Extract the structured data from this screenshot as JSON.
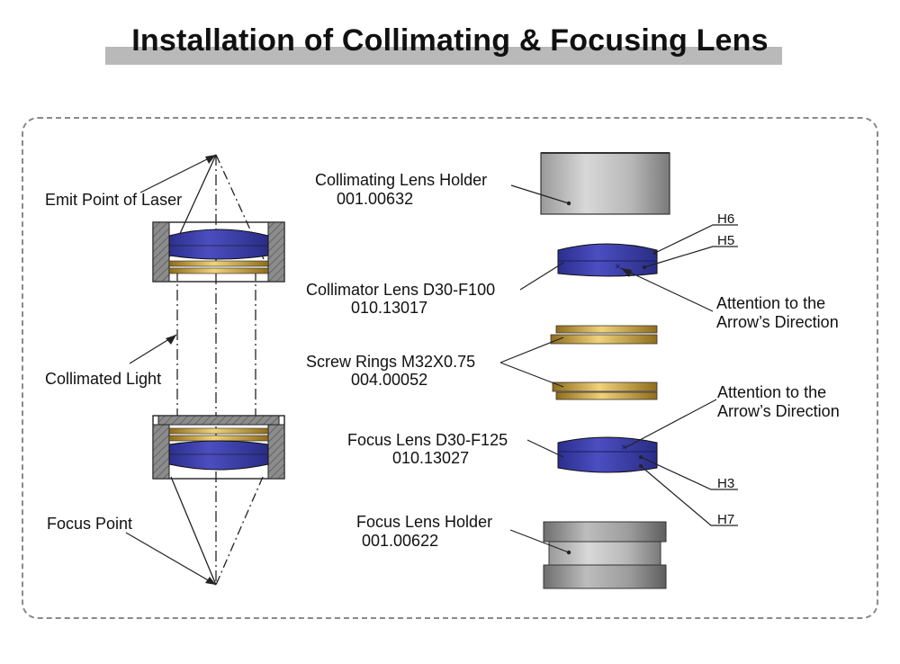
{
  "title": "Installation of Collimating & Focusing Lens",
  "left": {
    "emit_point": "Emit Point of Laser",
    "collimated_light": "Collimated Light",
    "focus_point": "Focus Point"
  },
  "parts": {
    "collimating_holder": {
      "name": "Collimating Lens Holder",
      "code": "001.00632"
    },
    "collimator_lens": {
      "name": "Collimator Lens D30-F100",
      "code": "010.13017"
    },
    "screw_rings": {
      "name": "Screw Rings M32X0.75",
      "code": "004.00052"
    },
    "focus_lens": {
      "name": "Focus Lens D30-F125",
      "code": "010.13027"
    },
    "focus_holder": {
      "name": "Focus Lens Holder",
      "code": "001.00622"
    }
  },
  "surfaces": {
    "h6": "H6",
    "h5": "H5",
    "h3": "H3",
    "h7": "H7"
  },
  "attention": {
    "top_line1": "Attention to the",
    "top_line2": "Arrow’s Direction",
    "bottom_line1": "Attention to the",
    "bottom_line2": "Arrow’s Direction"
  },
  "colors": {
    "lens_blue": "#3d3fa6",
    "brass": "#c9a33a",
    "housing_grey": "#8c8c8c",
    "title_bar": "#b9b9b9"
  }
}
